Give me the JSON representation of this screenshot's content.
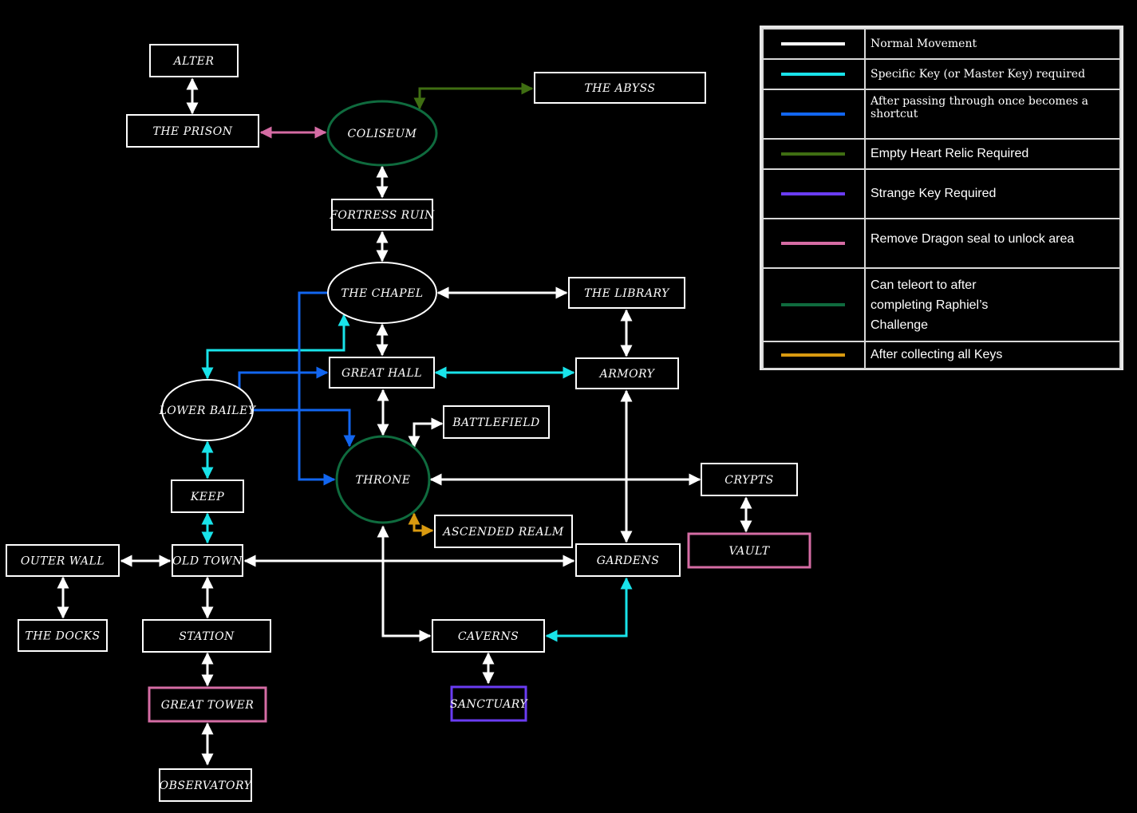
{
  "colors": {
    "background": "#000000",
    "normal": "#ffffff",
    "specific_key": "#19e3ea",
    "shortcut": "#1266f0",
    "empty_heart": "#3f6e12",
    "strange_key": "#6a3cf2",
    "dragon_seal": "#d56ca4",
    "raphiel": "#0f6b3e",
    "all_keys": "#d99a10"
  },
  "nodes": [
    {
      "id": "alter",
      "label": "ALTER",
      "shape": "rect",
      "border": "normal"
    },
    {
      "id": "prison",
      "label": "THE PRISON",
      "shape": "rect",
      "border": "normal"
    },
    {
      "id": "coliseum",
      "label": "COLISEUM",
      "shape": "ellipse",
      "border": "raphiel"
    },
    {
      "id": "abyss",
      "label": "THE ABYSS",
      "shape": "rect",
      "border": "normal"
    },
    {
      "id": "fortress",
      "label": "FORTRESS RUIN",
      "shape": "rect",
      "border": "normal"
    },
    {
      "id": "chapel",
      "label": "THE CHAPEL",
      "shape": "ellipse",
      "border": "normal"
    },
    {
      "id": "library",
      "label": "THE LIBRARY",
      "shape": "rect",
      "border": "normal"
    },
    {
      "id": "greathall",
      "label": "GREAT HALL",
      "shape": "rect",
      "border": "normal"
    },
    {
      "id": "armory",
      "label": "ARMORY",
      "shape": "rect",
      "border": "normal"
    },
    {
      "id": "lowerbailey",
      "label": "LOWER BAILEY",
      "shape": "ellipse",
      "border": "normal"
    },
    {
      "id": "battlefield",
      "label": "BATTLEFIELD",
      "shape": "rect",
      "border": "normal"
    },
    {
      "id": "throne",
      "label": "THRONE",
      "shape": "ellipse",
      "border": "raphiel"
    },
    {
      "id": "crypts",
      "label": "CRYPTS",
      "shape": "rect",
      "border": "normal"
    },
    {
      "id": "keep",
      "label": "KEEP",
      "shape": "rect",
      "border": "normal"
    },
    {
      "id": "ascended",
      "label": "ASCENDED REALM",
      "shape": "rect",
      "border": "normal"
    },
    {
      "id": "vault",
      "label": "VAULT",
      "shape": "rect",
      "border": "dragon_seal"
    },
    {
      "id": "outerwall",
      "label": "OUTER WALL",
      "shape": "rect",
      "border": "normal"
    },
    {
      "id": "oldtown",
      "label": "OLD TOWN",
      "shape": "rect",
      "border": "normal"
    },
    {
      "id": "gardens",
      "label": "GARDENS",
      "shape": "rect",
      "border": "normal"
    },
    {
      "id": "docks",
      "label": "THE DOCKS",
      "shape": "rect",
      "border": "normal"
    },
    {
      "id": "station",
      "label": "STATION",
      "shape": "rect",
      "border": "normal"
    },
    {
      "id": "caverns",
      "label": "CAVERNS",
      "shape": "rect",
      "border": "normal"
    },
    {
      "id": "greattower",
      "label": "GREAT TOWER",
      "shape": "rect",
      "border": "dragon_seal"
    },
    {
      "id": "sanctuary",
      "label": "SANCTUARY",
      "shape": "rect",
      "border": "strange_key"
    },
    {
      "id": "observatory",
      "label": "OBSERVATORY",
      "shape": "rect",
      "border": "normal"
    }
  ],
  "edges": [
    {
      "from": "alter",
      "to": "prison",
      "type": "normal",
      "bidirectional": true
    },
    {
      "from": "prison",
      "to": "coliseum",
      "type": "dragon_seal",
      "bidirectional": true
    },
    {
      "from": "coliseum",
      "to": "abyss",
      "type": "empty_heart",
      "bidirectional": true
    },
    {
      "from": "coliseum",
      "to": "fortress",
      "type": "normal",
      "bidirectional": true
    },
    {
      "from": "fortress",
      "to": "chapel",
      "type": "normal",
      "bidirectional": true
    },
    {
      "from": "chapel",
      "to": "library",
      "type": "normal",
      "bidirectional": true
    },
    {
      "from": "chapel",
      "to": "greathall",
      "type": "normal",
      "bidirectional": true
    },
    {
      "from": "library",
      "to": "armory",
      "type": "normal",
      "bidirectional": true
    },
    {
      "from": "greathall",
      "to": "armory",
      "type": "specific_key",
      "bidirectional": true
    },
    {
      "from": "chapel",
      "to": "lowerbailey",
      "type": "specific_key",
      "bidirectional": true
    },
    {
      "from": "lowerbailey",
      "to": "greathall",
      "type": "shortcut",
      "bidirectional": false
    },
    {
      "from": "lowerbailey",
      "to": "throne",
      "type": "shortcut",
      "bidirectional": false
    },
    {
      "from": "chapel",
      "to": "throne",
      "type": "shortcut",
      "bidirectional": false
    },
    {
      "from": "greathall",
      "to": "throne",
      "type": "normal",
      "bidirectional": true
    },
    {
      "from": "throne",
      "to": "battlefield",
      "type": "normal",
      "bidirectional": true
    },
    {
      "from": "throne",
      "to": "crypts",
      "type": "normal",
      "bidirectional": true
    },
    {
      "from": "throne",
      "to": "ascended",
      "type": "all_keys",
      "bidirectional": true
    },
    {
      "from": "armory",
      "to": "gardens",
      "type": "normal",
      "bidirectional": true
    },
    {
      "from": "crypts",
      "to": "vault",
      "type": "normal",
      "bidirectional": true
    },
    {
      "from": "lowerbailey",
      "to": "keep",
      "type": "specific_key",
      "bidirectional": true
    },
    {
      "from": "keep",
      "to": "oldtown",
      "type": "specific_key",
      "bidirectional": true
    },
    {
      "from": "outerwall",
      "to": "oldtown",
      "type": "normal",
      "bidirectional": true
    },
    {
      "from": "oldtown",
      "to": "gardens",
      "type": "normal",
      "bidirectional": true
    },
    {
      "from": "outerwall",
      "to": "docks",
      "type": "normal",
      "bidirectional": true
    },
    {
      "from": "oldtown",
      "to": "station",
      "type": "normal",
      "bidirectional": true
    },
    {
      "from": "throne",
      "to": "caverns",
      "type": "normal",
      "bidirectional": true
    },
    {
      "from": "caverns",
      "to": "gardens",
      "type": "specific_key",
      "bidirectional": true
    },
    {
      "from": "caverns",
      "to": "sanctuary",
      "type": "normal",
      "bidirectional": true
    },
    {
      "from": "station",
      "to": "greattower",
      "type": "normal",
      "bidirectional": true
    },
    {
      "from": "greattower",
      "to": "observatory",
      "type": "normal",
      "bidirectional": true
    }
  ],
  "legend": [
    {
      "key": "normal",
      "label": "Normal Movement"
    },
    {
      "key": "specific_key",
      "label": "Specific Key (or Master Key) required"
    },
    {
      "key": "shortcut",
      "label": "After passing through once becomes a shortcut"
    },
    {
      "key": "empty_heart",
      "label": "Empty Heart Relic Required"
    },
    {
      "key": "strange_key",
      "label": "Strange Key Required"
    },
    {
      "key": "dragon_seal",
      "label": "Remove Dragon seal to unlock area"
    },
    {
      "key": "raphiel",
      "label": "Can teleort to after completing Raphiel’s Challenge"
    },
    {
      "key": "all_keys",
      "label": "After collecting all Keys"
    }
  ]
}
